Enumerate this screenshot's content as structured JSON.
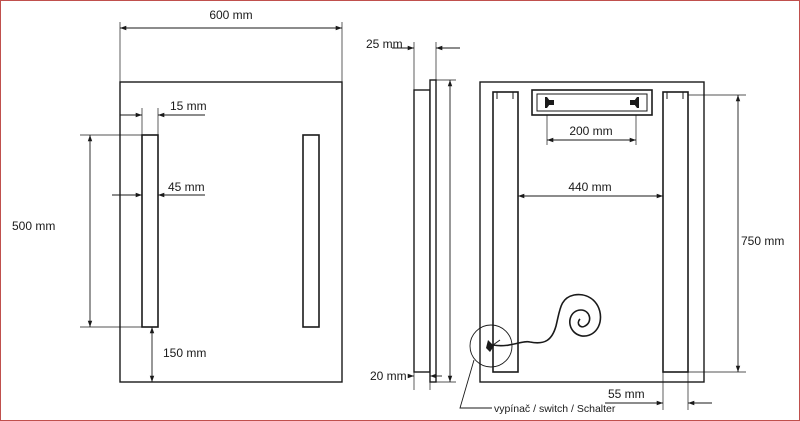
{
  "dimensions": {
    "front_width": "600 mm",
    "strip_offset": "15 mm",
    "strip_width": "45 mm",
    "strip_height": "500 mm",
    "bottom_gap": "150 mm",
    "depth_top": "25 mm",
    "depth_bottom": "20 mm",
    "bracket_width": "200 mm",
    "inner_width": "440 mm",
    "total_height": "750 mm",
    "side_margin": "55 mm"
  },
  "callout": {
    "switch_label": "vypínač / switch / Schalter"
  }
}
